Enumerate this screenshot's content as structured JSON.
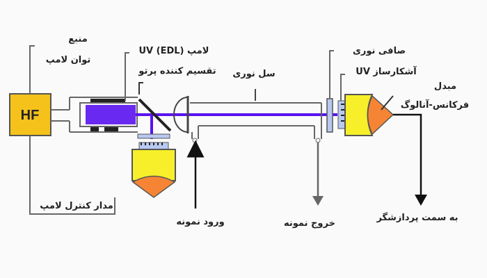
{
  "power_supply": {
    "label": "HF",
    "caption_line1": "منبع",
    "caption_line2": "توان لامپ"
  },
  "lamp": {
    "caption": "لامپ UV (EDL)"
  },
  "beam_splitter": {
    "caption": "تقسیم کننده پرتو"
  },
  "optical_cell": {
    "caption": "سل نوری"
  },
  "optical_filter": {
    "caption": "صافی نوری"
  },
  "uv_detector": {
    "caption": "آشکارساز UV"
  },
  "converter": {
    "caption_line1": "مبدل",
    "caption_line2": "فرکانس-آنالوگ"
  },
  "lamp_control": {
    "caption": "مدار کنترل لامپ"
  },
  "sample_inlet": {
    "caption": "ورود نمونه"
  },
  "sample_outlet": {
    "caption": "خروج نمونه"
  },
  "to_processor": {
    "caption": "به سمت پردازشگر"
  },
  "colors": {
    "beam": "#5a12f0",
    "hf_box": "#f5c21b",
    "detector_body": "#f7ef2a",
    "detector_cone": "#f58535",
    "filter": "#b8c8f0"
  }
}
